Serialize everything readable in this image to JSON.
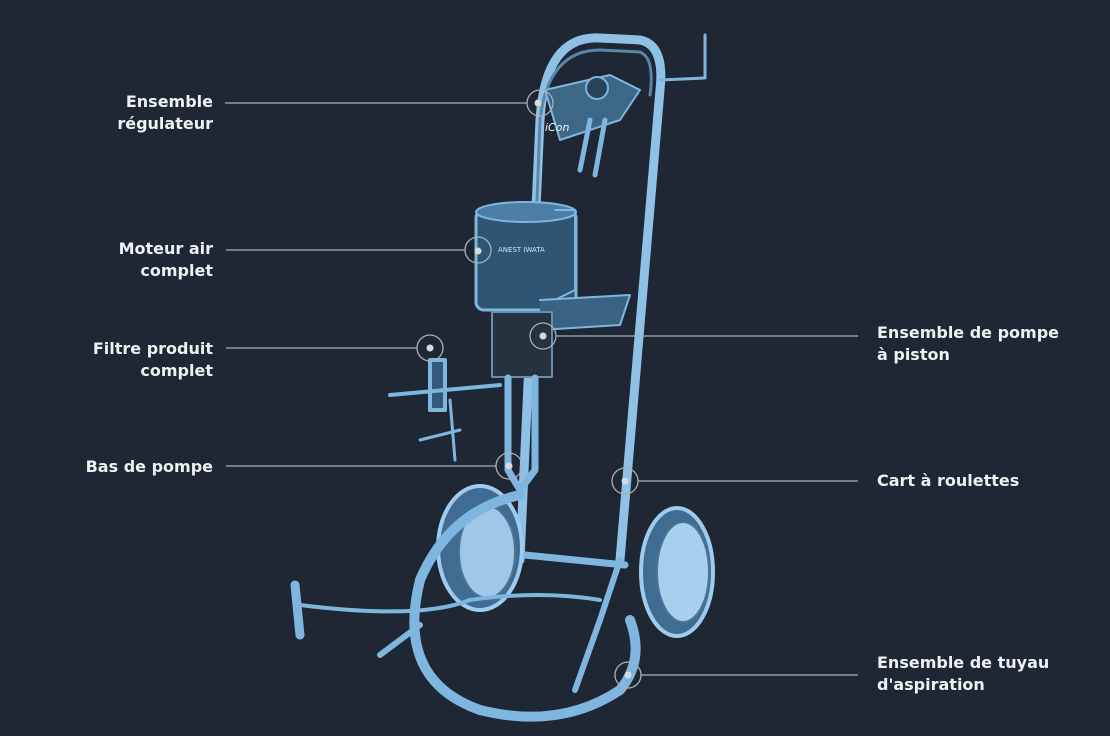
{
  "diagram": {
    "colors": {
      "background": "#1e2733",
      "line": "#a9b0b8",
      "illustration": "#7fb6e0",
      "text": "#eef0f2"
    },
    "machine_brand_text": [
      "ANEST IWATA",
      "iCon"
    ],
    "callouts": [
      {
        "id": "regulateur",
        "side": "left",
        "lines": [
          "Ensemble",
          "régulateur"
        ]
      },
      {
        "id": "moteur",
        "side": "left",
        "lines": [
          "Moteur air",
          "complet"
        ]
      },
      {
        "id": "filtre",
        "side": "left",
        "lines": [
          "Filtre produit",
          "complet"
        ]
      },
      {
        "id": "bas-pompe",
        "side": "left",
        "lines": [
          "Bas de pompe"
        ]
      },
      {
        "id": "pompe-piston",
        "side": "right",
        "lines": [
          "Ensemble de pompe",
          "à piston"
        ]
      },
      {
        "id": "cart",
        "side": "right",
        "lines": [
          "Cart à roulettes"
        ]
      },
      {
        "id": "tuyau",
        "side": "right",
        "lines": [
          "Ensemble de tuyau",
          "d'aspiration"
        ]
      }
    ]
  }
}
